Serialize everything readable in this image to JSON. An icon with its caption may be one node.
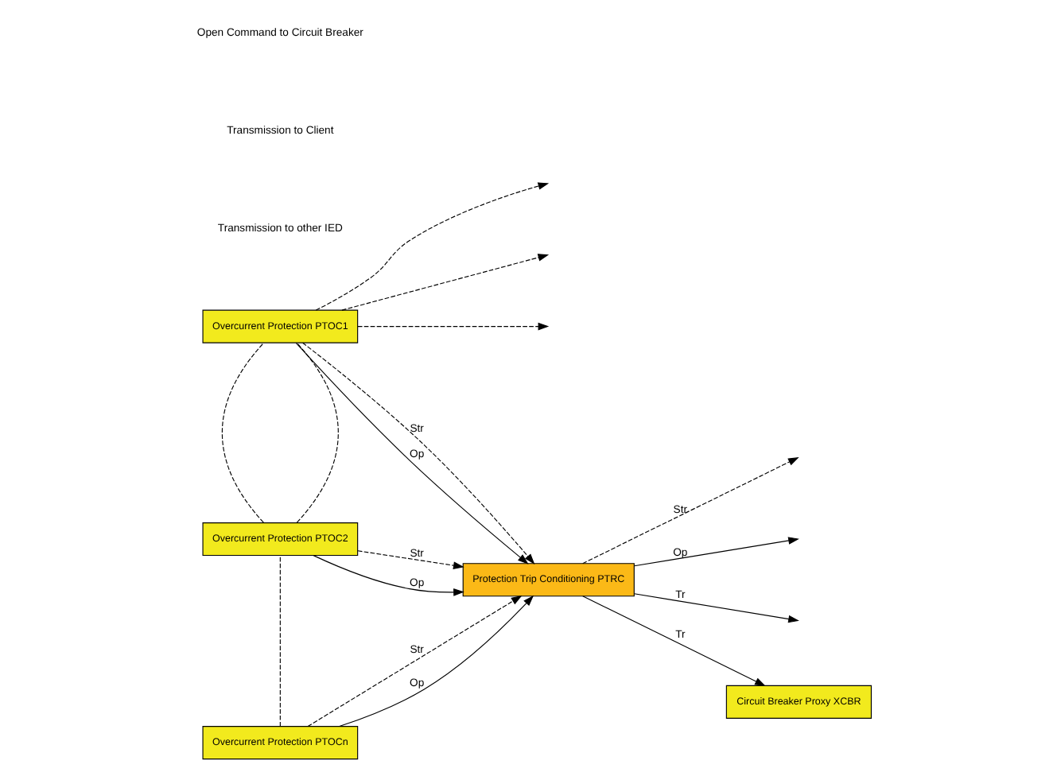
{
  "diagram": {
    "nodes": [
      {
        "text": [
          "Overcurrent Protection PTOC1"
        ]
      },
      {
        "text": [
          "Overcurrent Protection PTOC2"
        ]
      },
      {
        "text": [
          "Overcurrent Protection PTOCn"
        ]
      },
      {
        "text": [
          "Protection Trip Conditioning PTRC"
        ]
      },
      {
        "text": [
          "Circuit Breaker Proxy XCBR"
        ]
      }
    ],
    "edges": [
      {
        "from": 0,
        "to": null,
        "arrow": "to",
        "style": "dashed"
      },
      {
        "from": 0,
        "to": null,
        "arrow": "to",
        "style": "dashed"
      },
      {
        "from": 0,
        "to": null,
        "arrow": "to",
        "style": "dashed"
      },
      {
        "from": 1,
        "to": 0,
        "arrow": "none",
        "style": "dashed"
      },
      {
        "from": 1,
        "to": 0,
        "arrow": "none",
        "style": "dashed"
      },
      {
        "from": 2,
        "to": 1,
        "arrow": "none",
        "style": "dashed"
      },
      {
        "from": 0,
        "to": 3,
        "arrow": "to",
        "label": "Str",
        "style": "dashed"
      },
      {
        "from": 0,
        "to": 3,
        "arrow": "to",
        "label": "Op"
      },
      {
        "from": 1,
        "to": 3,
        "arrow": "to",
        "label": "Str",
        "style": "dashed"
      },
      {
        "from": 1,
        "to": 3,
        "arrow": "to",
        "label": "Op"
      },
      {
        "from": 2,
        "to": 3,
        "arrow": "to",
        "label": "Str",
        "style": "dashed"
      },
      {
        "from": 2,
        "to": 3,
        "arrow": "to",
        "label": "Op"
      },
      {
        "from": 3,
        "to": null,
        "arrow": "to",
        "label": "Str",
        "style": "dashed"
      },
      {
        "from": 3,
        "to": null,
        "arrow": "to",
        "label": "Op"
      },
      {
        "from": 3,
        "to": null,
        "arrow": "to",
        "label": "Tr"
      },
      {
        "from": 3,
        "to": 4,
        "arrow": "to",
        "label": "Tr"
      }
    ],
    "labels": [
      "Transmission to other IED",
      "Transmission to Client",
      "Open Command to Circuit Breaker"
    ]
  }
}
